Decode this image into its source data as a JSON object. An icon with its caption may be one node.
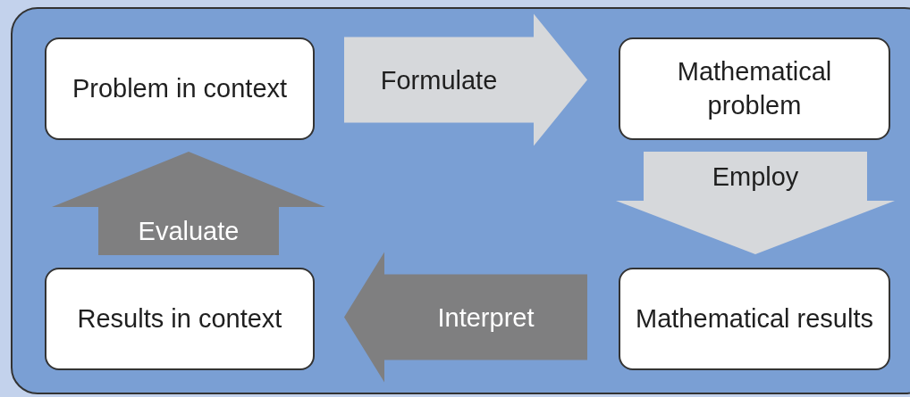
{
  "diagram": {
    "nodes": [
      {
        "text": [
          "Problem in context"
        ]
      },
      {
        "text": [
          "Mathematical problem"
        ]
      },
      {
        "text": [
          "Mathematical results"
        ]
      },
      {
        "text": [
          "Results in context"
        ]
      }
    ],
    "edges": [
      {
        "from": 0,
        "to": 1,
        "arrow": "to",
        "label": "Formulate",
        "style": "thick",
        "color": "#d6d8db"
      },
      {
        "from": 1,
        "to": 2,
        "arrow": "to",
        "label": "Employ",
        "style": "thick",
        "color": "#d6d8db"
      },
      {
        "from": 2,
        "to": 3,
        "arrow": "to",
        "label": "Interpret",
        "style": "thick",
        "color": "#7f7f80"
      },
      {
        "from": 3,
        "to": 0,
        "arrow": "to",
        "label": "Evaluate",
        "style": "thick",
        "color": "#7f7f80"
      }
    ]
  }
}
